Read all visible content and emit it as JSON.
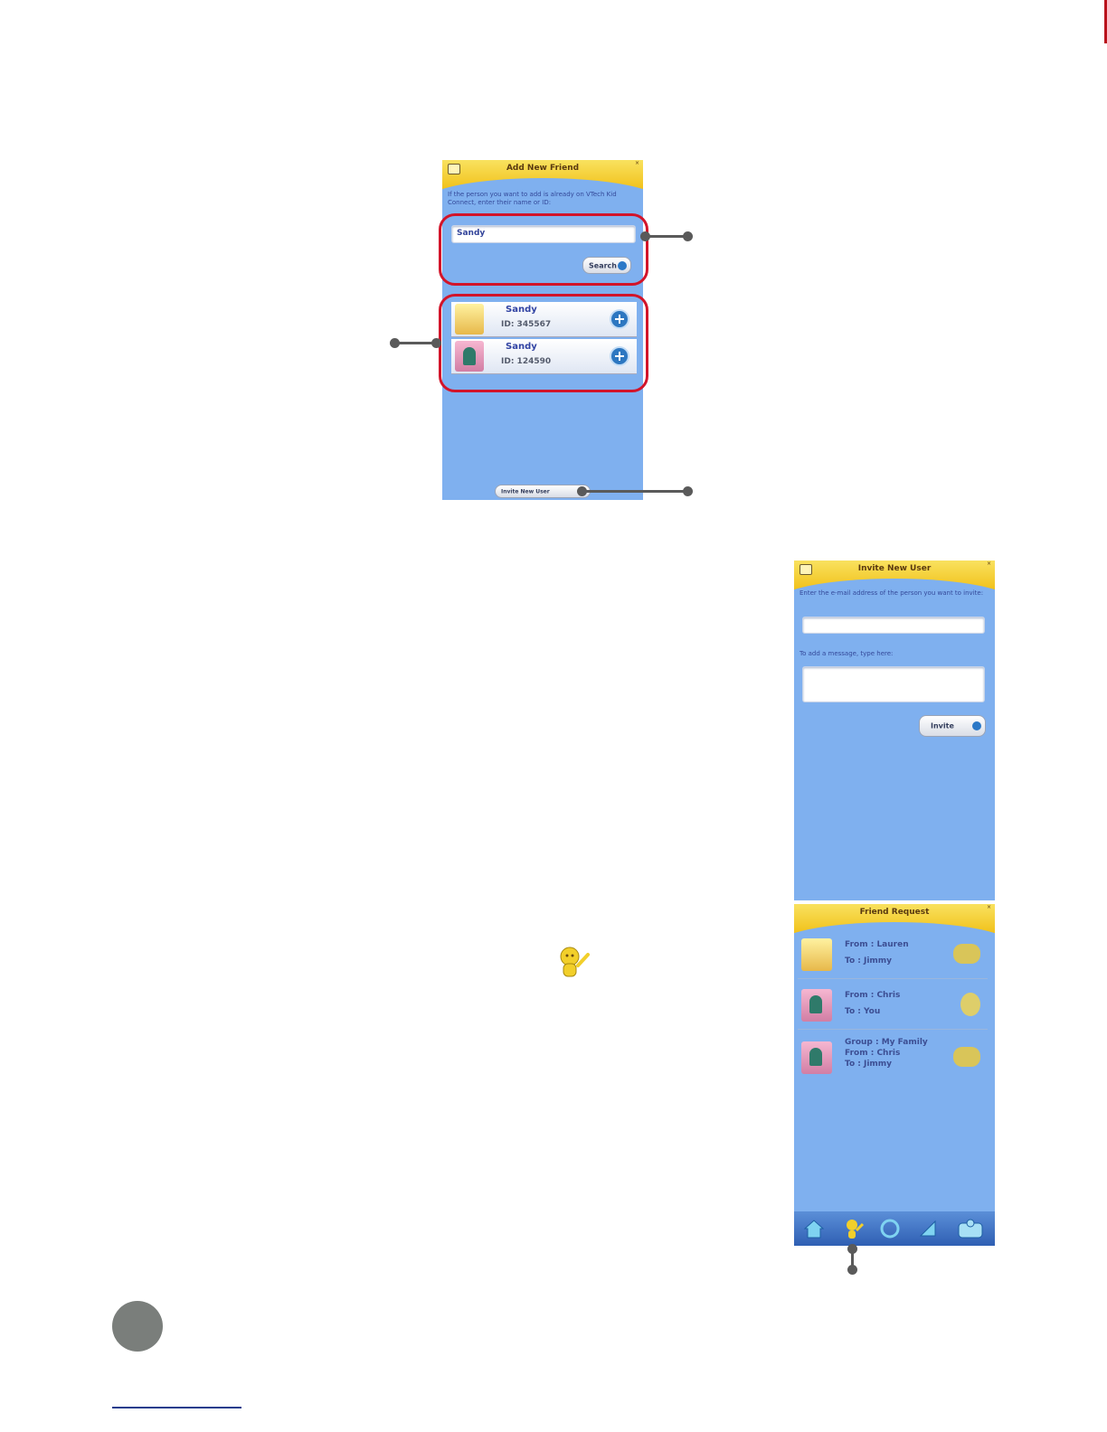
{
  "screen1": {
    "title": "Add New Friend",
    "instructions": "If the person you want to add is already on VTech Kid Connect, enter their name or ID:",
    "search_value": "Sandy",
    "search_button": "Search",
    "results": [
      {
        "name": "Sandy",
        "id": "ID: 345567"
      },
      {
        "name": "Sandy",
        "id": "ID: 124590"
      }
    ],
    "invite_button": "Invite New User"
  },
  "screen2": {
    "title": "Invite New User",
    "email_label": "Enter the e-mail address of the person you want to invite:",
    "email_value": "",
    "message_label": "To add a message, type here:",
    "message_value": "",
    "invite_button": "Invite"
  },
  "screen3": {
    "title": "Friend Request",
    "requests": [
      {
        "line1": "From : Lauren",
        "line2": "To : Jimmy",
        "line3": ""
      },
      {
        "line1": "From : Chris",
        "line2": "To : You",
        "line3": ""
      },
      {
        "line1": "Group : My Family",
        "line2": "From : Chris",
        "line3": "To : Jimmy"
      }
    ],
    "toolbar_icons": [
      "home-icon",
      "friend-request-icon",
      "refresh-icon",
      "settings-icon",
      "profile-icon"
    ]
  },
  "colors": {
    "screen_bg": "#7fb0ef",
    "header": "#f1c21b",
    "highlight": "#d2142a",
    "callout": "#5a5a5a"
  }
}
